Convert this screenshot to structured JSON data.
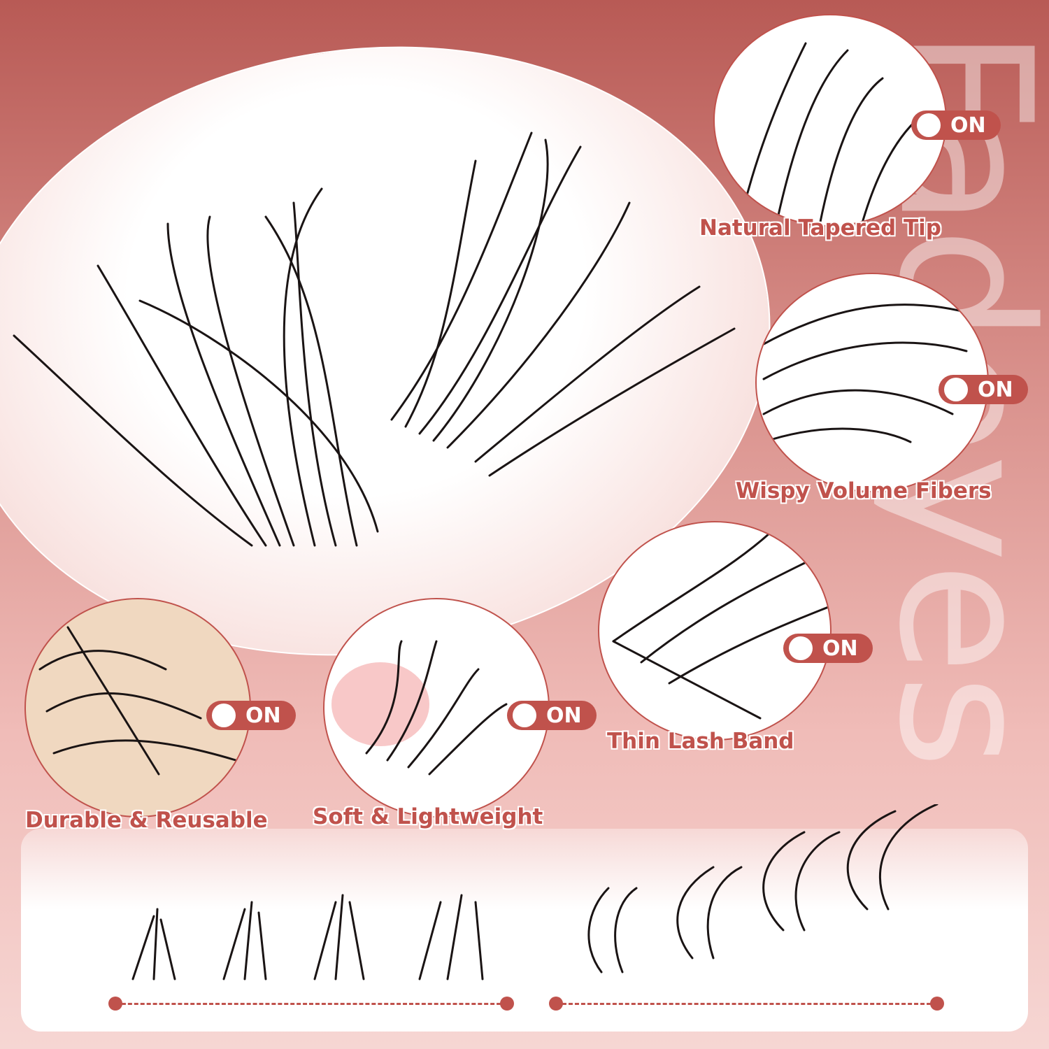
{
  "brand_watermark": "Fadeyes",
  "features": [
    {
      "label": "Natural Tapered Tip",
      "toggle": "ON"
    },
    {
      "label": "Wispy Volume Fibers",
      "toggle": "ON"
    },
    {
      "label": "Thin Lash Band",
      "toggle": "ON"
    },
    {
      "label": "Soft & Lightweight",
      "toggle": "ON"
    },
    {
      "label": "Durable & Reusable",
      "toggle": "ON"
    }
  ],
  "colors": {
    "accent": "#c0524c",
    "background_top": "#b85a55",
    "background_bottom": "#f6d6d3"
  },
  "icons": {
    "toggle": "toggle-switch-icon",
    "lash": "eyelash-cluster-image"
  }
}
